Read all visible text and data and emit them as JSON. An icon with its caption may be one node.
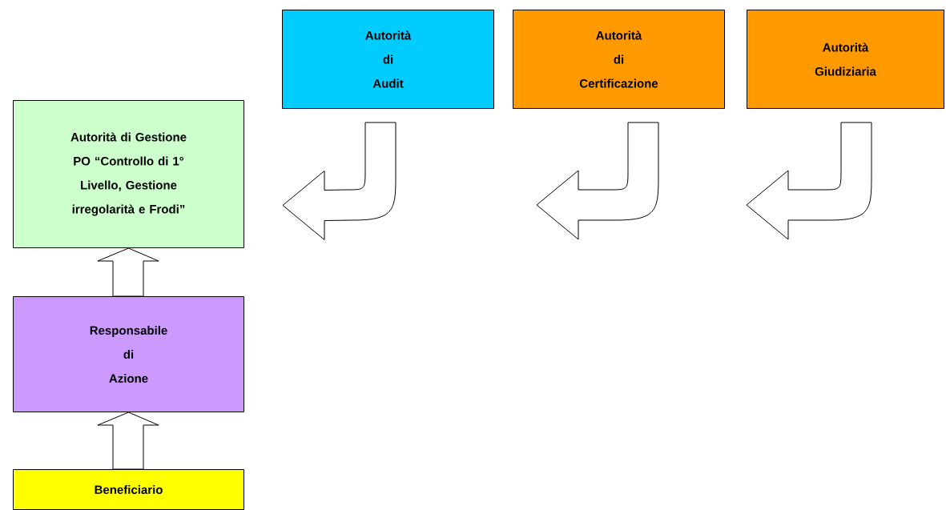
{
  "diagram": {
    "nodes": [
      {
        "text": [
          "Autorità di Audit"
        ]
      },
      {
        "text": [
          "Autorità di Certificazione"
        ]
      },
      {
        "text": [
          "Autorità Giudiziaria"
        ]
      },
      {
        "text": [
          "Autorità di Gestione PO “Controllo di 1° Livello, Gestione irregolarità e Frodi”"
        ]
      },
      {
        "text": [
          "Responsabile di Azione"
        ]
      },
      {
        "text": [
          "Beneficiario"
        ]
      }
    ],
    "edges": [
      {
        "from": 0,
        "to": 3,
        "arrow": "to"
      },
      {
        "from": 1,
        "to": null,
        "arrow": "to"
      },
      {
        "from": 2,
        "to": null,
        "arrow": "to"
      },
      {
        "from": 4,
        "to": 3,
        "arrow": "to"
      },
      {
        "from": 5,
        "to": 4,
        "arrow": "to"
      }
    ]
  }
}
